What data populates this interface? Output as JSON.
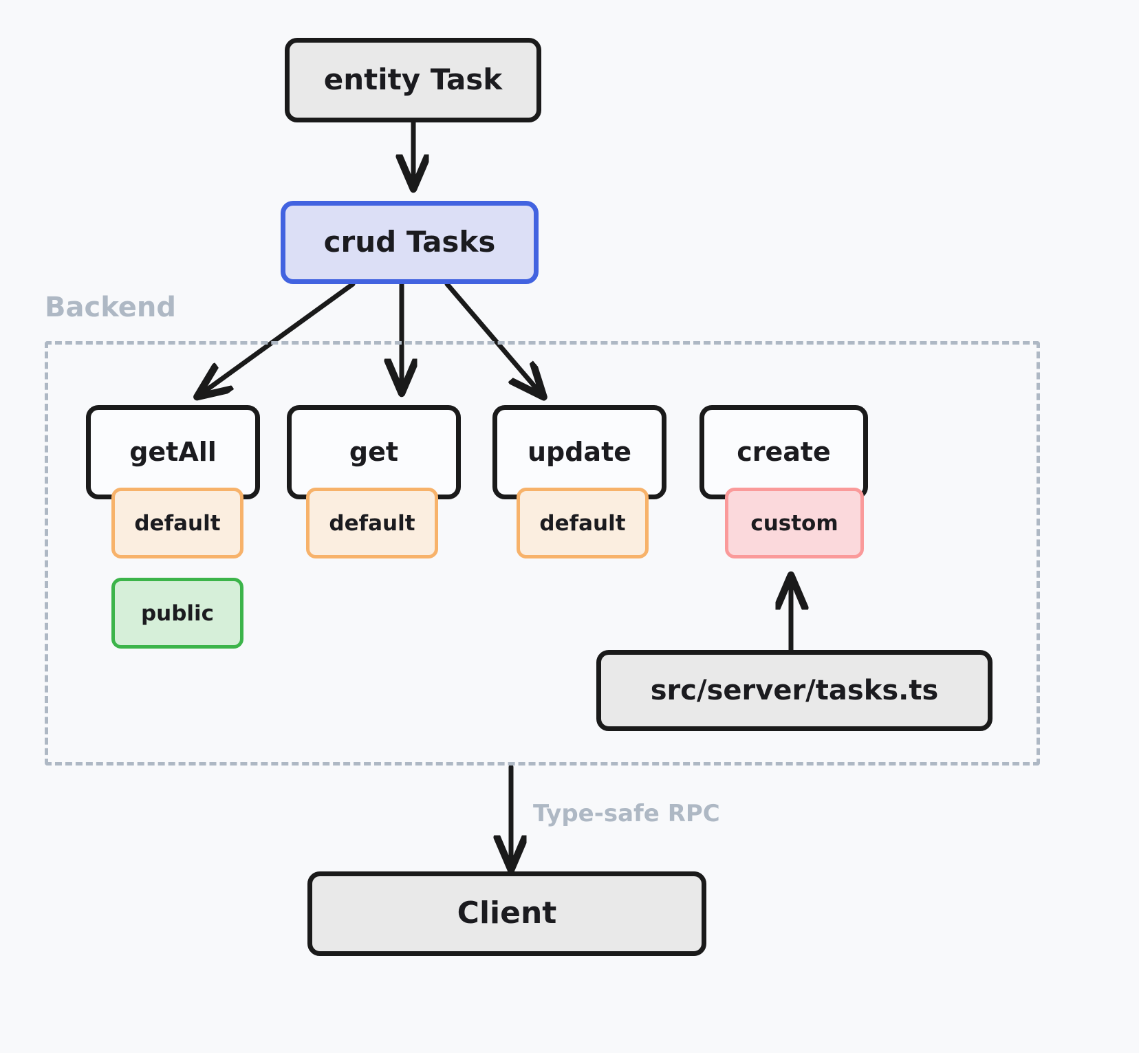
{
  "diagram": {
    "title": "Remult crud Tasks backend / client flow",
    "background_color": "#f8f9fb",
    "nodes": {
      "entity": {
        "label": "entity Task"
      },
      "crud": {
        "label": "crud Tasks"
      },
      "get_all": {
        "label": "getAll"
      },
      "get": {
        "label": "get"
      },
      "update": {
        "label": "update"
      },
      "create": {
        "label": "create"
      },
      "server_file": {
        "label": "src/server/tasks.ts"
      },
      "client": {
        "label": "Client"
      }
    },
    "badges": {
      "get_all_default": {
        "label": "default",
        "kind": "default"
      },
      "get_all_public": {
        "label": "public",
        "kind": "public"
      },
      "get_default": {
        "label": "default",
        "kind": "default"
      },
      "update_default": {
        "label": "default",
        "kind": "default"
      },
      "create_custom": {
        "label": "custom",
        "kind": "custom"
      }
    },
    "groups": {
      "backend": {
        "label": "Backend"
      }
    },
    "edge_labels": {
      "rpc": {
        "label": "Type-safe RPC"
      }
    },
    "colors": {
      "background": "#f8f9fb",
      "stroke": "#1a1a1a",
      "gray_fill": "#e9e9e9",
      "crud_border": "#4263e0",
      "crud_fill": "#dcdff6",
      "default_border": "#f7b26a",
      "default_fill": "#fbeee0",
      "public_border": "#3cb44a",
      "public_fill": "#d6efd9",
      "custom_border": "#fa9a9a",
      "custom_fill": "#fbd9dc",
      "muted": "#aeb8c4"
    }
  }
}
